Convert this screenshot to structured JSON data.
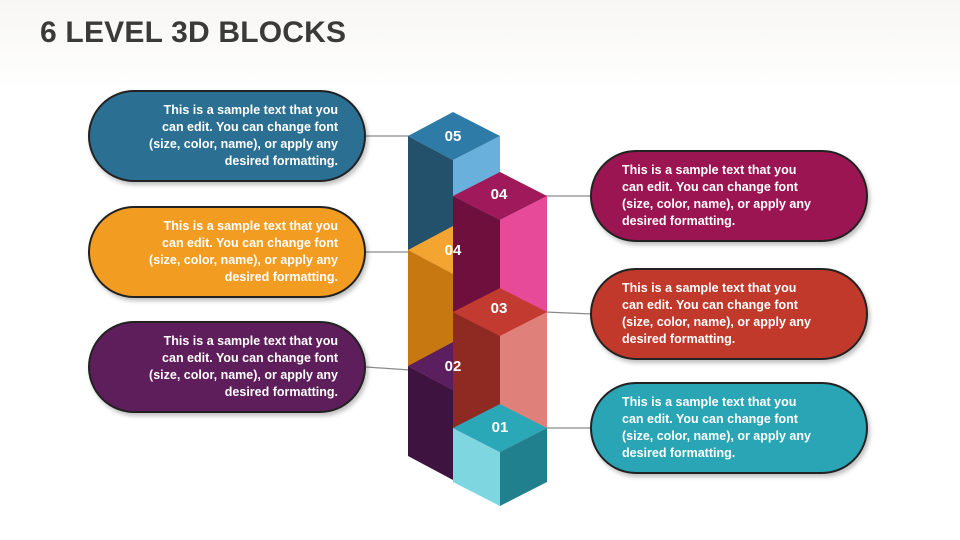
{
  "title": "6 LEVEL 3D BLOCKS",
  "blocks": [
    {
      "label": "05",
      "text": "This is a sample text that you can edit. You can change font (size, color, name), or apply any desired formatting.",
      "color": "#2b6f93"
    },
    {
      "label": "04",
      "text": "This is a sample text that you can edit. You can change font (size, color, name), or apply any desired formatting.",
      "color": "#f39c22"
    },
    {
      "label": "02",
      "text": "This is a sample text that you can edit. You can change font (size, color, name), or apply any desired formatting.",
      "color": "#5e1d5b"
    },
    {
      "label": "04",
      "text": "This is a sample text that you can edit. You can change font (size, color, name), or apply any desired formatting.",
      "color": "#9a1552"
    },
    {
      "label": "03",
      "text": "This is a sample text that you can edit. You can change font (size, color, name), or apply any desired formatting.",
      "color": "#c0392b"
    },
    {
      "label": "01",
      "text": "This is a sample text that you can edit. You can change font (size, color, name), or apply any desired formatting.",
      "color": "#2aa5b5"
    }
  ]
}
